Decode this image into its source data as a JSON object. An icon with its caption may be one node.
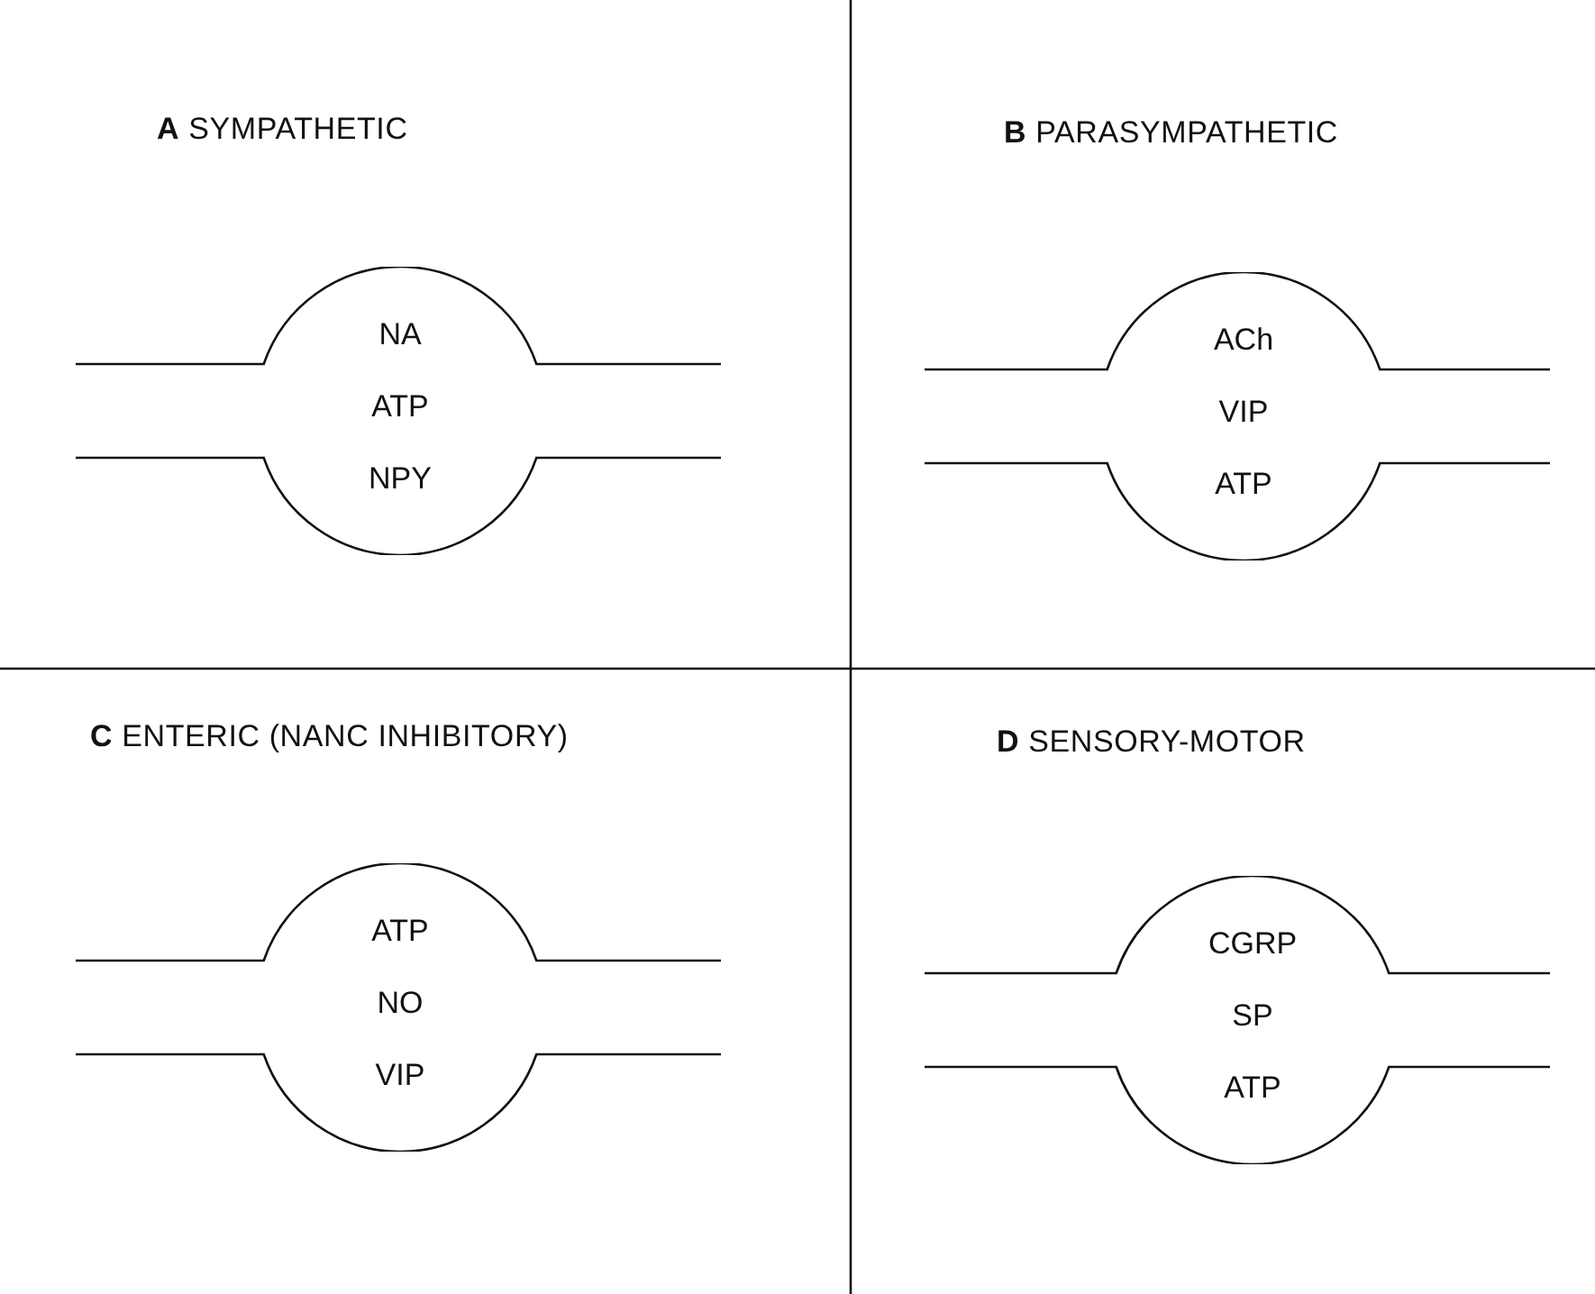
{
  "diagram": {
    "nodes": [
      {
        "text": [
          "NA",
          "ATP",
          "NPY"
        ]
      },
      {
        "text": [
          "ACh",
          "VIP",
          "ATP"
        ]
      },
      {
        "text": [
          "ATP",
          "NO",
          "VIP"
        ]
      },
      {
        "text": [
          "CGRP",
          "SP",
          "ATP"
        ]
      }
    ],
    "labels": [
      "**A** SYMPATHETIC",
      "**B** PARASYMPATHETIC",
      "**C** ENTERIC (NANC INHIBITORY)",
      "**D** SENSORY-MOTOR"
    ]
  }
}
